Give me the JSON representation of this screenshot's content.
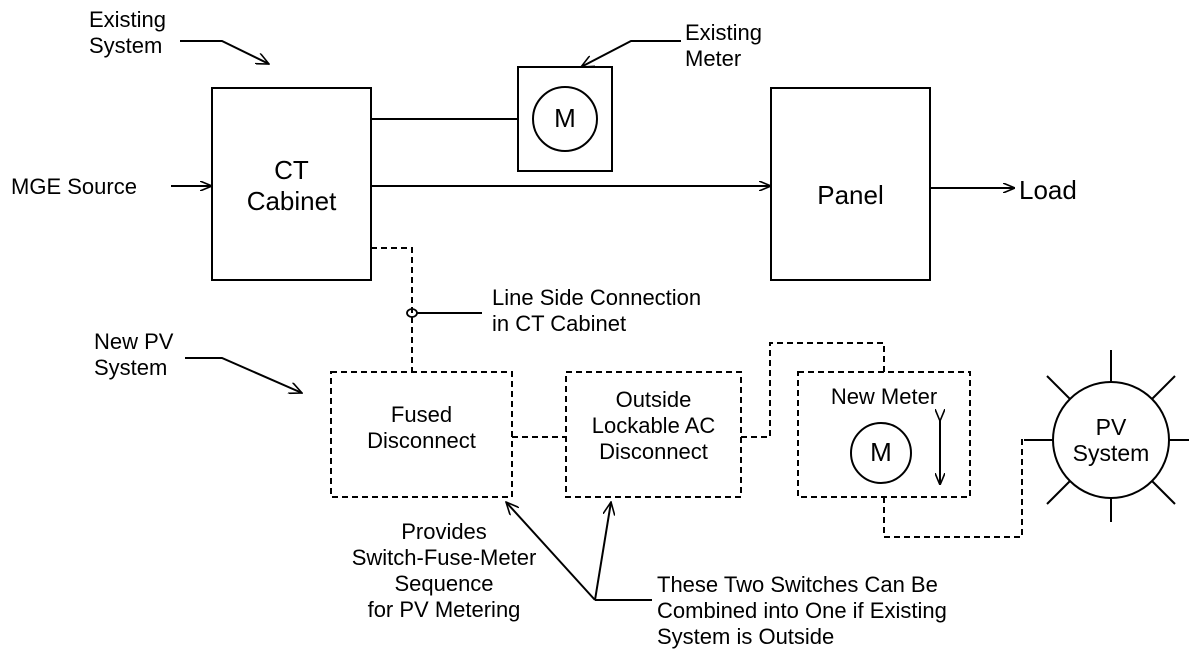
{
  "labels": {
    "existing_system": [
      "Existing",
      "System"
    ],
    "existing_meter": [
      "Existing",
      "Meter"
    ],
    "mge_source": "MGE Source",
    "ct_cabinet": [
      "CT",
      "Cabinet"
    ],
    "panel": "Panel",
    "load": "Load",
    "line_side": [
      "Line Side Connection",
      "in CT Cabinet"
    ],
    "new_pv_system": [
      "New PV",
      "System"
    ],
    "fused_disconnect": [
      "Fused",
      "Disconnect"
    ],
    "outside_ac_disconnect": [
      "Outside",
      "Lockable AC",
      "Disconnect"
    ],
    "new_meter": "New Meter",
    "meter_symbol": "M",
    "pv_system": [
      "PV",
      "System"
    ],
    "provides_note": [
      "Provides",
      "Switch-Fuse-Meter",
      "Sequence",
      "for PV Metering"
    ],
    "combine_note": [
      "These Two Switches Can Be",
      "Combined into One if Existing",
      "System is Outside"
    ]
  },
  "colors": {
    "stroke": "#000000",
    "background": "#ffffff"
  }
}
